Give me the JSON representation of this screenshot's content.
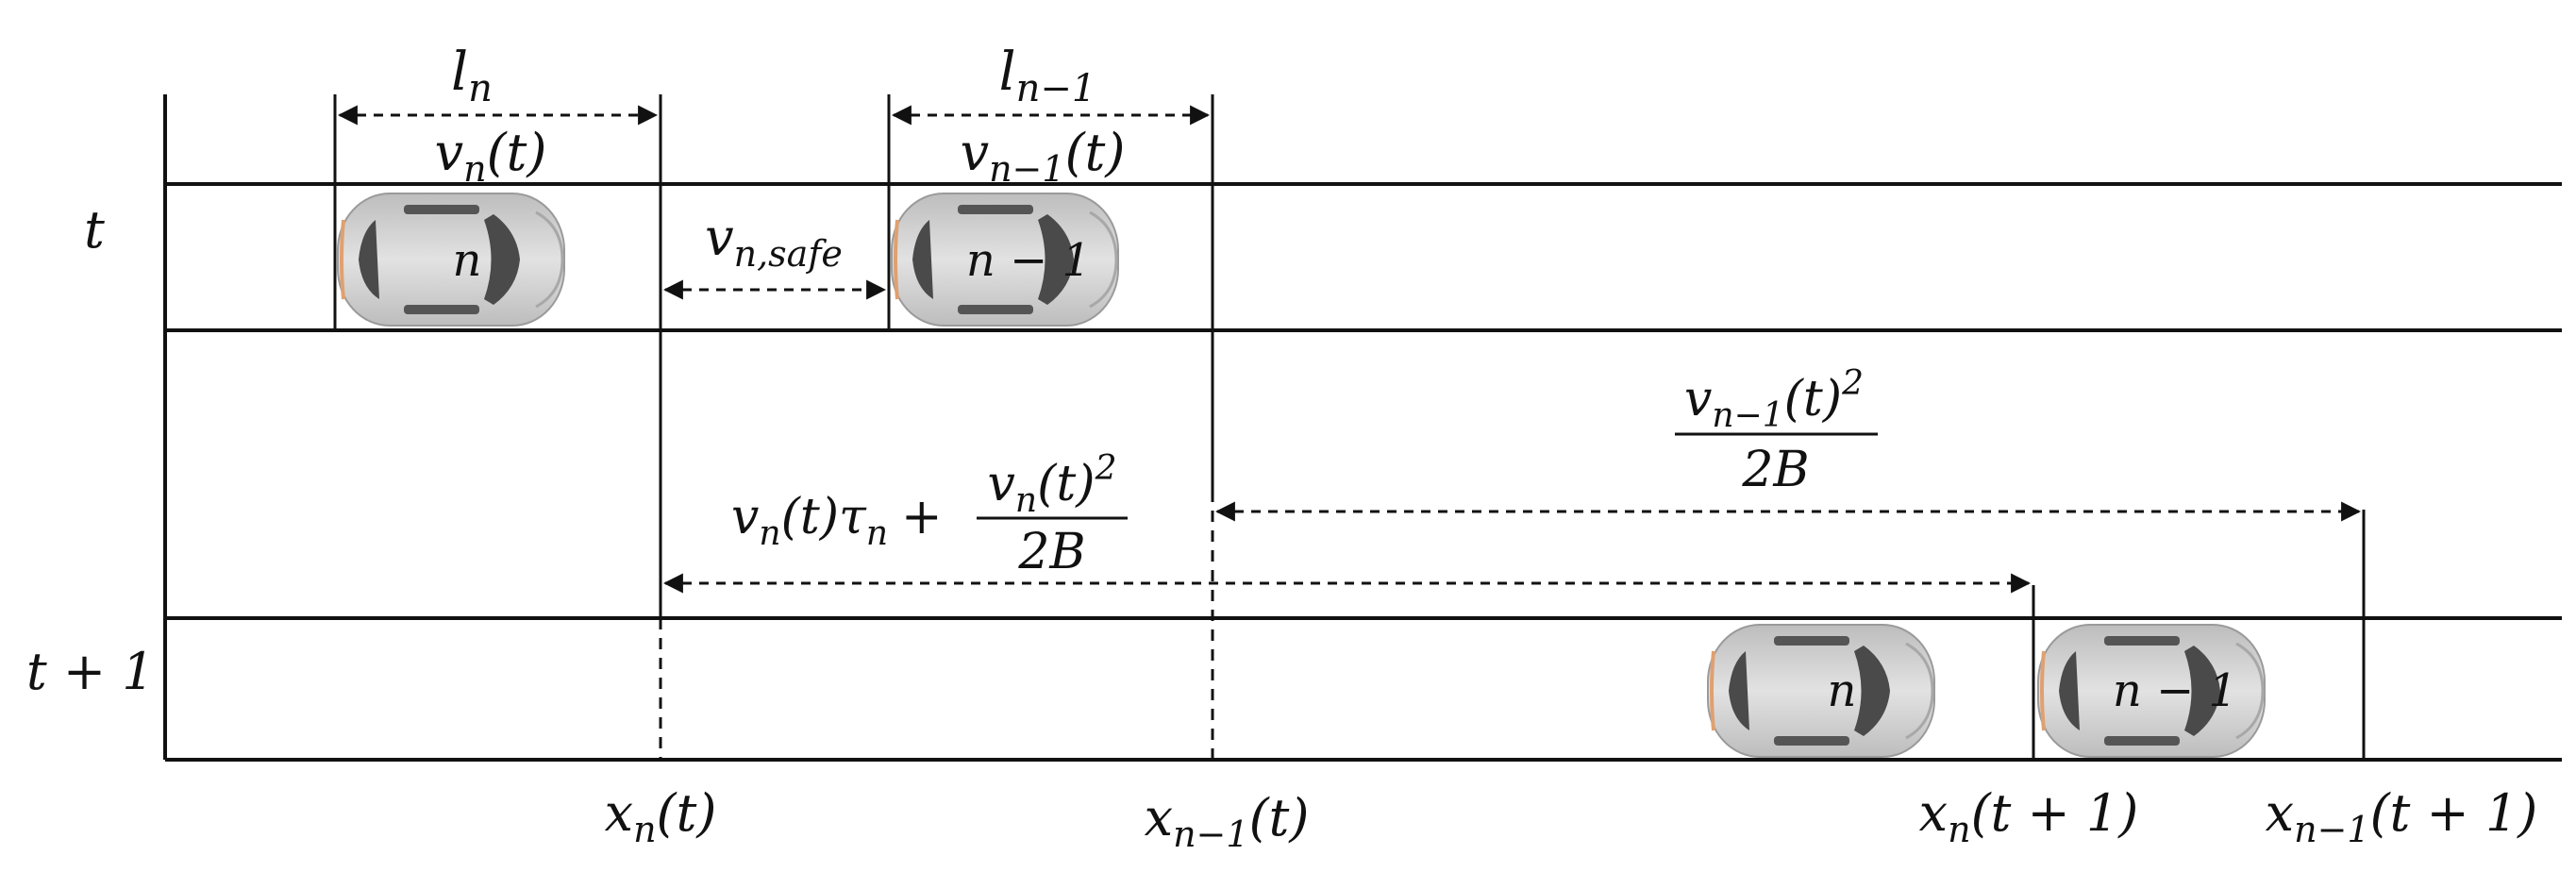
{
  "rows": {
    "t": "t",
    "t_plus_1": "t + 1"
  },
  "cars": {
    "n_top": "n",
    "n_minus_1_top": "n − 1",
    "n_bottom": "n",
    "n_minus_1_bottom": "n − 1"
  },
  "labels": {
    "l_n": "l",
    "l_n_sub": "n",
    "l_n_minus_1": "l",
    "l_n_minus_1_sub": "n−1",
    "v_n_t": "v",
    "v_n_t_sub": "n",
    "v_n_t_arg": "(t)",
    "v_n_minus_1_t": "v",
    "v_n_minus_1_t_sub": "n−1",
    "v_n_minus_1_t_arg": "(t)",
    "v_safe": "v",
    "v_safe_sub": "n,safe"
  },
  "formulas": {
    "leader_stop_num": "v",
    "leader_stop_num_sub": "n−1",
    "leader_stop_num_arg": "(t)",
    "leader_stop_num_sup": "2",
    "leader_stop_den": "2B",
    "follower_term": "v",
    "follower_term_sub": "n",
    "follower_term_arg": "(t)τ",
    "follower_term_tau_sub": "n",
    "follower_plus": "+",
    "follower_num": "v",
    "follower_num_sub": "n",
    "follower_num_arg": "(t)",
    "follower_num_sup": "2",
    "follower_den": "2B"
  },
  "axis": {
    "x_n_t": "x",
    "x_n_t_sub": "n",
    "x_n_t_arg": "(t)",
    "x_n_minus_1_t": "x",
    "x_n_minus_1_t_sub": "n−1",
    "x_n_minus_1_t_arg": "(t)",
    "x_n_t1": "x",
    "x_n_t1_sub": "n",
    "x_n_t1_arg": "(t + 1)",
    "x_n_minus_1_t1": "x",
    "x_n_minus_1_t1_sub": "n−1",
    "x_n_minus_1_t1_arg": "(t + 1)"
  },
  "colors": {
    "ink": "#111111",
    "car_body": "#d6d6d6",
    "car_shade": "#b8b8b8",
    "car_glass": "#4a4a4a"
  }
}
